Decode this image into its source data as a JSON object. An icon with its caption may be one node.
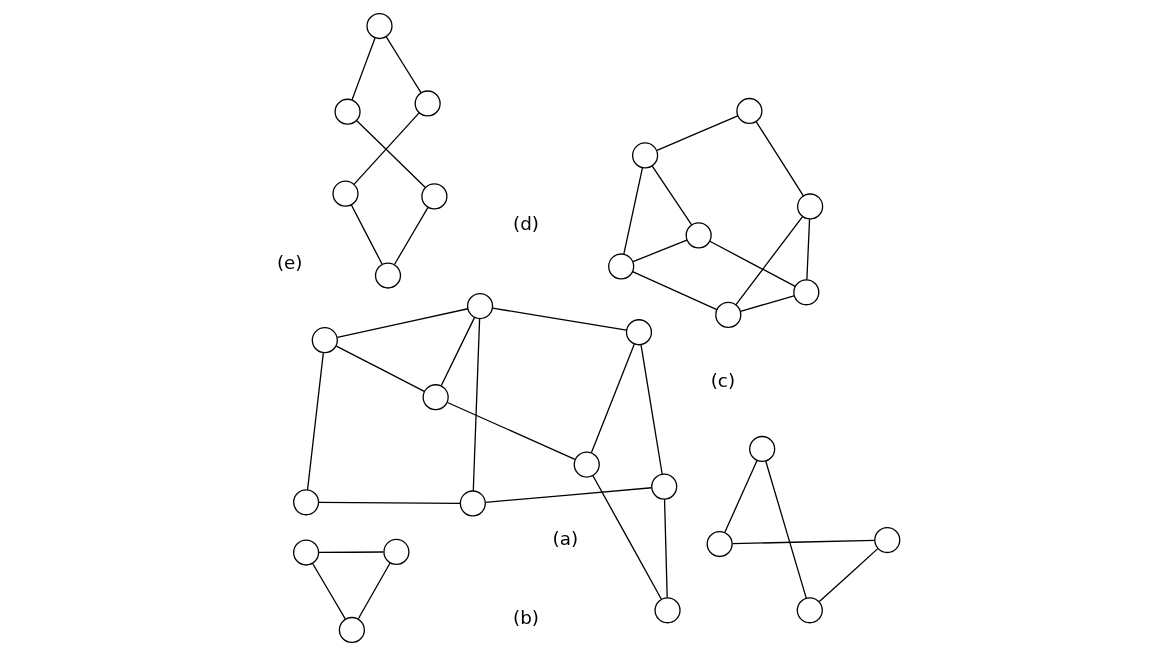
{
  "diagram": {
    "nodes": [
      {
        "text": [],
        "shape": "circle"
      },
      {
        "text": [],
        "shape": "circle"
      },
      {
        "text": [],
        "shape": "circle"
      },
      {
        "text": [],
        "shape": "circle"
      },
      {
        "text": [],
        "shape": "circle"
      },
      {
        "text": [],
        "shape": "circle"
      },
      {
        "text": [],
        "shape": "circle"
      },
      {
        "text": [],
        "shape": "circle"
      },
      {
        "text": [],
        "shape": "circle"
      },
      {
        "text": [],
        "shape": "circle"
      },
      {
        "text": [],
        "shape": "circle"
      },
      {
        "text": [],
        "shape": "circle"
      },
      {
        "text": [],
        "shape": "circle"
      },
      {
        "text": [],
        "shape": "circle"
      },
      {
        "text": [],
        "shape": "circle"
      },
      {
        "text": [],
        "shape": "circle"
      },
      {
        "text": [],
        "shape": "circle"
      },
      {
        "text": [],
        "shape": "circle"
      },
      {
        "text": [],
        "shape": "circle"
      },
      {
        "text": [],
        "shape": "circle"
      },
      {
        "text": [],
        "shape": "circle"
      },
      {
        "text": [],
        "shape": "circle"
      },
      {
        "text": [],
        "shape": "circle"
      },
      {
        "text": [],
        "shape": "circle"
      },
      {
        "text": [],
        "shape": "circle"
      },
      {
        "text": [],
        "shape": "circle"
      },
      {
        "text": [],
        "shape": "circle"
      },
      {
        "text": [],
        "shape": "circle"
      },
      {
        "text": [],
        "shape": "circle"
      }
    ],
    "edges": [
      {
        "from": 1,
        "to": 0,
        "arrow": "none"
      },
      {
        "from": 0,
        "to": 3,
        "arrow": "none"
      },
      {
        "from": 1,
        "to": 2,
        "arrow": "none"
      },
      {
        "from": 2,
        "to": 3,
        "arrow": "none"
      },
      {
        "from": 4,
        "to": 5,
        "arrow": "none"
      },
      {
        "from": 4,
        "to": 6,
        "arrow": "none"
      },
      {
        "from": 5,
        "to": 6,
        "arrow": "none"
      },
      {
        "from": 4,
        "to": 8,
        "arrow": "none"
      },
      {
        "from": 6,
        "to": 7,
        "arrow": "none"
      },
      {
        "from": 7,
        "to": 8,
        "arrow": "none"
      },
      {
        "from": 5,
        "to": 9,
        "arrow": "none"
      },
      {
        "from": 9,
        "to": 10,
        "arrow": "none"
      },
      {
        "from": 7,
        "to": 10,
        "arrow": "none"
      },
      {
        "from": 8,
        "to": 10,
        "arrow": "none"
      },
      {
        "from": 12,
        "to": 11,
        "arrow": "none"
      },
      {
        "from": 12,
        "to": 13,
        "arrow": "none"
      },
      {
        "from": 12,
        "to": 14,
        "arrow": "none"
      },
      {
        "from": 13,
        "to": 18,
        "arrow": "none"
      },
      {
        "from": 14,
        "to": 15,
        "arrow": "none"
      },
      {
        "from": 14,
        "to": 18,
        "arrow": "none"
      },
      {
        "from": 15,
        "to": 11,
        "arrow": "none"
      },
      {
        "from": 11,
        "to": 16,
        "arrow": "none"
      },
      {
        "from": 15,
        "to": 16,
        "arrow": "none"
      },
      {
        "from": 15,
        "to": 19,
        "arrow": "none"
      },
      {
        "from": 16,
        "to": 17,
        "arrow": "none"
      },
      {
        "from": 17,
        "to": 19,
        "arrow": "none"
      },
      {
        "from": 18,
        "to": 19,
        "arrow": "none"
      },
      {
        "from": 20,
        "to": 21,
        "arrow": "none"
      },
      {
        "from": 20,
        "to": 22,
        "arrow": "none"
      },
      {
        "from": 21,
        "to": 23,
        "arrow": "none"
      },
      {
        "from": 22,
        "to": 24,
        "arrow": "none"
      },
      {
        "from": 23,
        "to": 25,
        "arrow": "none"
      },
      {
        "from": 24,
        "to": 25,
        "arrow": "none"
      },
      {
        "from": 26,
        "to": 27,
        "arrow": "none"
      },
      {
        "from": 26,
        "to": 28,
        "arrow": "none"
      },
      {
        "from": 27,
        "to": 28,
        "arrow": "none"
      }
    ],
    "labels": [
      "(a)",
      "(b)",
      "(c)",
      "(d)",
      "(e)"
    ]
  }
}
